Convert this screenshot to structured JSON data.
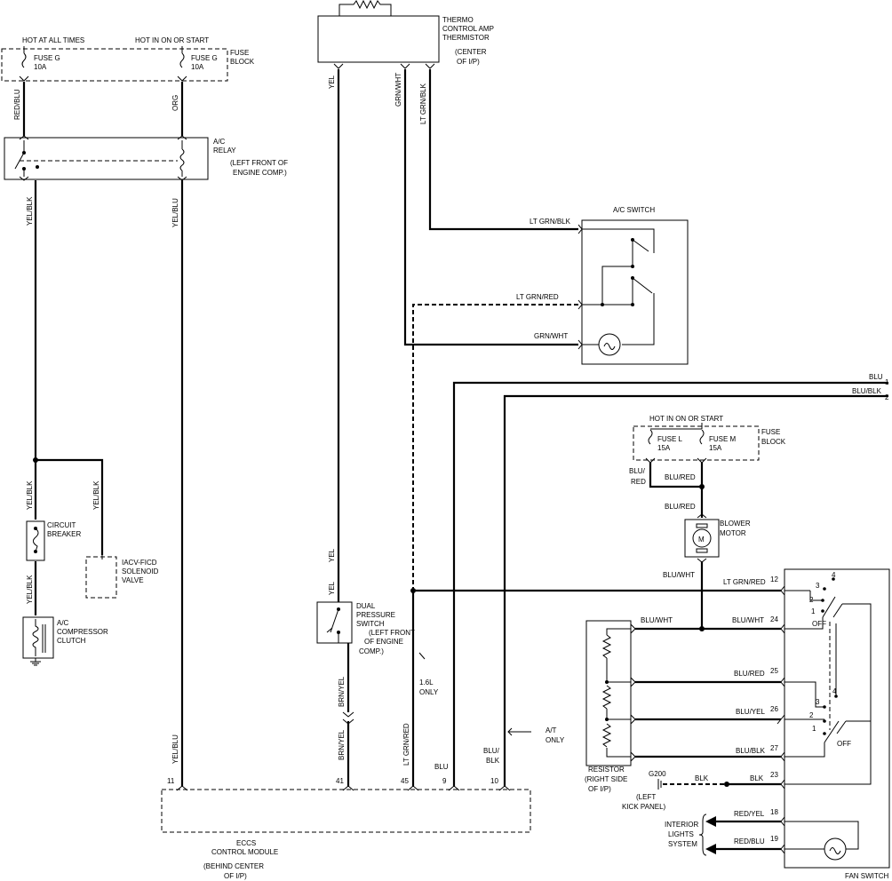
{
  "labels": {
    "hot_at_all_times": "HOT AT ALL TIMES",
    "hot_in_on_or_start_top": "HOT IN ON OR START",
    "fuse_block_top_1": "FUSE",
    "fuse_block_top_2": "BLOCK",
    "fuse_g1_1": "FUSE G",
    "fuse_g1_2": "10A",
    "fuse_g2_1": "FUSE G",
    "fuse_g2_2": "10A",
    "wire_red_blu": "RED/BLU",
    "wire_org": "ORG",
    "ac_relay_1": "A/C",
    "ac_relay_2": "RELAY",
    "ac_relay_loc_1": "(LEFT FRONT OF",
    "ac_relay_loc_2": "ENGINE COMP.)",
    "wire_yel_blk_1": "YEL/BLK",
    "wire_yel_blu_1": "YEL/BLU",
    "wire_yel_blk_2": "YEL/BLK",
    "wire_yel_blk_3": "YEL/BLK",
    "wire_yel_blk_4": "YEL/BLK",
    "circuit_breaker_1": "CIRCUIT",
    "circuit_breaker_2": "BREAKER",
    "iacv_1": "IACV-FICD",
    "iacv_2": "SOLENOID",
    "iacv_3": "VALVE",
    "ac_clutch_1": "A/C",
    "ac_clutch_2": "COMPRESSOR",
    "ac_clutch_3": "CLUTCH",
    "thermo_1": "THERMO",
    "thermo_2": "CONTROL AMP",
    "thermo_3": "THERMISTOR",
    "thermo_4": "(CENTER",
    "thermo_5": "OF I/P)",
    "wire_yel_1": "YEL",
    "wire_grn_wht_v": "GRN/WHT",
    "wire_lt_grn_blk_v": "LT GRN/BLK",
    "ac_switch": "A/C SWITCH",
    "wire_lt_grn_blk_h": "LT GRN/BLK",
    "wire_lt_grn_red_h": "LT GRN/RED",
    "wire_grn_wht_h": "GRN/WHT",
    "wire_blu_top": "BLU",
    "wire_blu_blk_top": "BLU/BLK",
    "pin_1": "1",
    "pin_2": "2",
    "hot_in_on_or_start_right": "HOT IN ON OR START",
    "fuse_l_1": "FUSE L",
    "fuse_l_2": "15A",
    "fuse_m_1": "FUSE M",
    "fuse_m_2": "15A",
    "fuse_block_right_1": "FUSE",
    "fuse_block_right_2": "BLOCK",
    "wire_blu_red_1a": "BLU/",
    "wire_blu_red_1b": "RED",
    "wire_blu_red_2": "BLU/RED",
    "wire_blu_red_3": "BLU/RED",
    "blower_1": "BLOWER",
    "blower_2": "MOTOR",
    "wire_blu_wht_1": "BLU/WHT",
    "wire_yel_2": "YEL",
    "wire_yel_3": "YEL",
    "dual_1": "DUAL",
    "dual_2": "PRESSURE",
    "dual_3": "SWITCH",
    "dual_4": "(LEFT FRONT",
    "dual_5": "OF ENGINE",
    "dual_6": "COMP.)",
    "wire_brn_yel_1": "BRN/YEL",
    "wire_brn_yel_2": "BRN/YEL",
    "only_16_1": "1.6L",
    "only_16_2": "ONLY",
    "wire_lt_grn_red_12": "LT GRN/RED",
    "pin_12": "12",
    "wire_blu_wht_r": "BLU/WHT",
    "wire_blu_wht_24": "BLU/WHT",
    "pin_24": "24",
    "wire_blu_red_25": "BLU/RED",
    "pin_25": "25",
    "wire_blu_yel_26": "BLU/YEL",
    "pin_26": "26",
    "wire_blu_blk_27": "BLU/BLK",
    "pin_27": "27",
    "fsw_4a": "4",
    "fsw_3a": "3",
    "fsw_2a": "2",
    "fsw_1a": "1",
    "fsw_off_a": "OFF",
    "fsw_4b": "4",
    "fsw_3b": "3",
    "fsw_2b": "2",
    "fsw_1b": "1",
    "fsw_off_b": "OFF",
    "at_only_1": "A/T",
    "at_only_2": "ONLY",
    "wire_blu_blk_1": "BLU/",
    "wire_blu_blk_2": "BLK",
    "wire_blu_ecm": "BLU",
    "wire_lt_grn_red_ecm": "LT GRN/RED",
    "wire_brn_yel_ecm": "BRN/YEL",
    "wire_yel_blu_ecm": "YEL/BLU",
    "ecm_pin_11": "11",
    "ecm_pin_41": "41",
    "ecm_pin_45": "45",
    "ecm_pin_9": "9",
    "ecm_pin_10": "10",
    "resistor_1": "RESISTOR",
    "resistor_2": "(RIGHT SIDE",
    "resistor_3": "OF I/P)",
    "g200": "G200",
    "g200_loc_1": "(LEFT",
    "g200_loc_2": "KICK PANEL)",
    "wire_blk_1": "BLK",
    "wire_blk_2": "BLK",
    "pin_23": "23",
    "wire_red_yel": "RED/YEL",
    "pin_18": "18",
    "wire_red_blu_19": "RED/BLU",
    "pin_19": "19",
    "interior_1": "INTERIOR",
    "interior_2": "LIGHTS",
    "interior_3": "SYSTEM",
    "ecm_1": "ECCS",
    "ecm_2": "CONTROL MODULE",
    "ecm_3": "(BEHIND CENTER",
    "ecm_4": "OF I/P)",
    "fan_switch": "FAN SWITCH"
  }
}
